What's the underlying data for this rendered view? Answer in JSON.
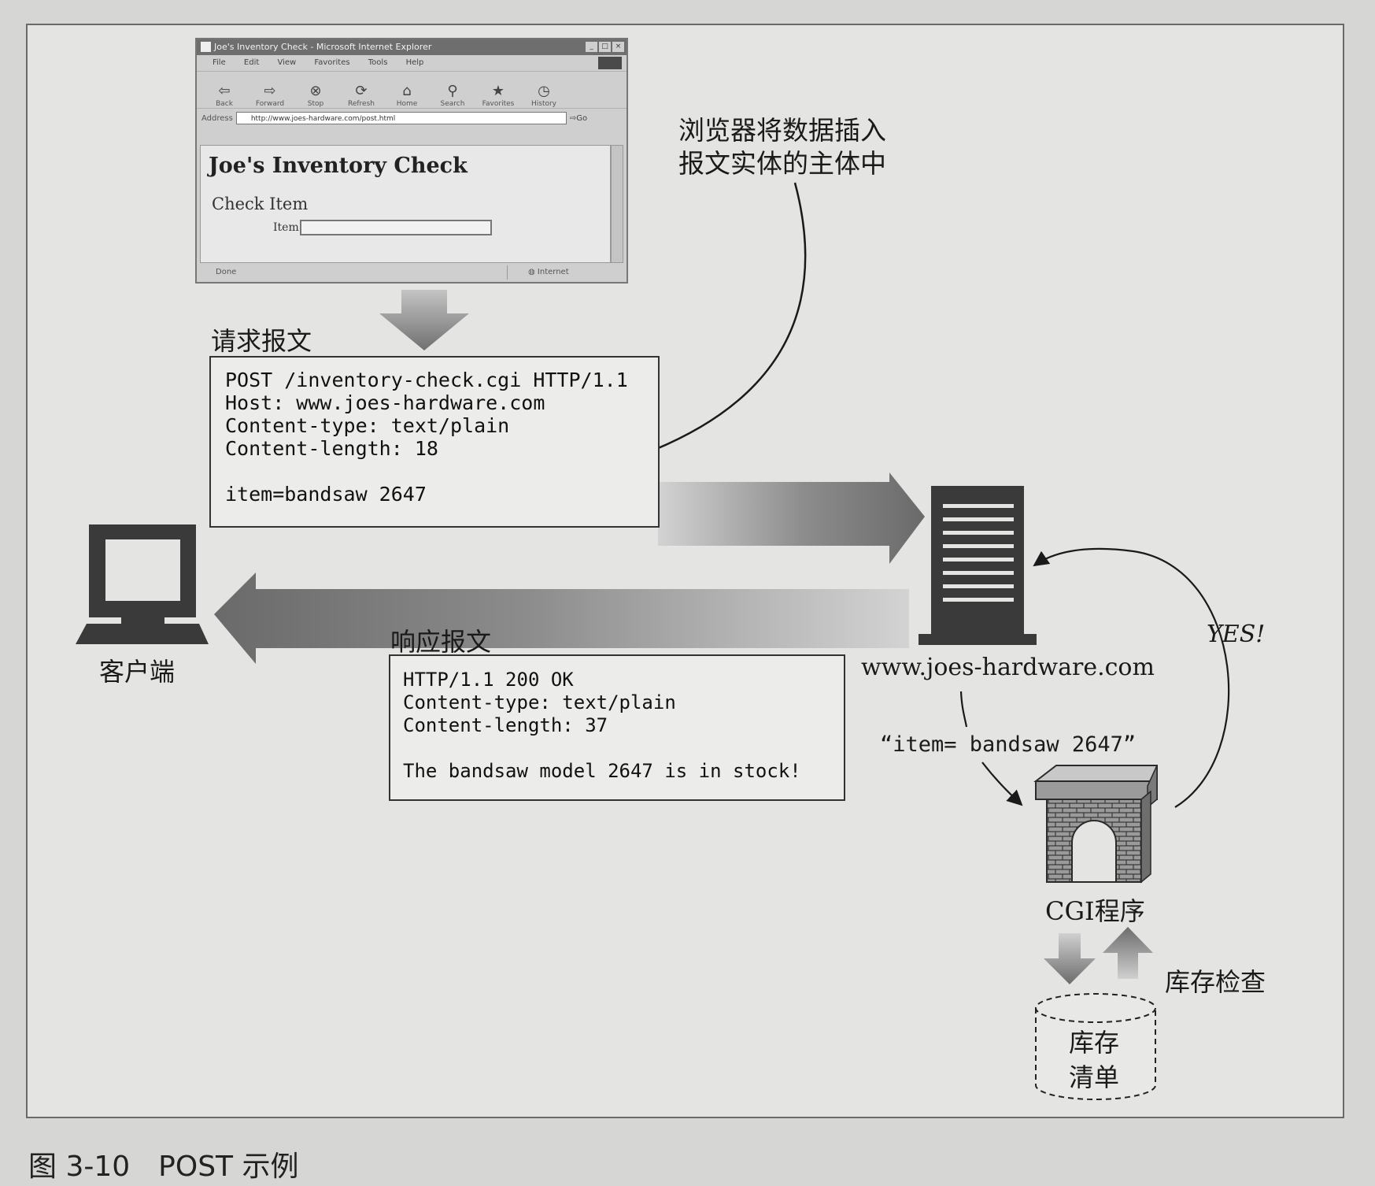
{
  "browser": {
    "window_title": "Joe's Inventory Check - Microsoft Internet Explorer",
    "menu": [
      "File",
      "Edit",
      "View",
      "Favorites",
      "Tools",
      "Help"
    ],
    "toolbar": [
      "Back",
      "Forward",
      "Stop",
      "Refresh",
      "Home",
      "Search",
      "Favorites",
      "History"
    ],
    "address_label": "Address",
    "address_url": "http://www.joes-hardware.com/post.html",
    "go_label": "Go",
    "page_title": "Joe's Inventory Check",
    "section_label": "Check Item",
    "item_label": "Item",
    "status_done": "Done",
    "status_zone": "Internet"
  },
  "annotation_insert": {
    "line1": "浏览器将数据插入",
    "line2": "报文实体的主体中"
  },
  "request": {
    "label": "请求报文",
    "lines": [
      "POST /inventory-check.cgi HTTP/1.1",
      "Host: www.joes-hardware.com",
      "Content-type: text/plain",
      "Content-length: 18"
    ],
    "body": "item=bandsaw 2647"
  },
  "response": {
    "label": "响应报文",
    "lines": [
      "HTTP/1.1 200 OK",
      "Content-type: text/plain",
      "Content-length: 37"
    ],
    "body": "The bandsaw model 2647 is in stock!"
  },
  "client_label": "客户端",
  "server_label": "www.joes-hardware.com",
  "cgi_param": "“item= bandsaw 2647”",
  "yes_label": "YES!",
  "cgi_label": "CGI程序",
  "inventory_check_label": "库存检查",
  "inventory_db": {
    "line1": "库存",
    "line2": "清单"
  },
  "caption": "图 3-10　POST 示例"
}
